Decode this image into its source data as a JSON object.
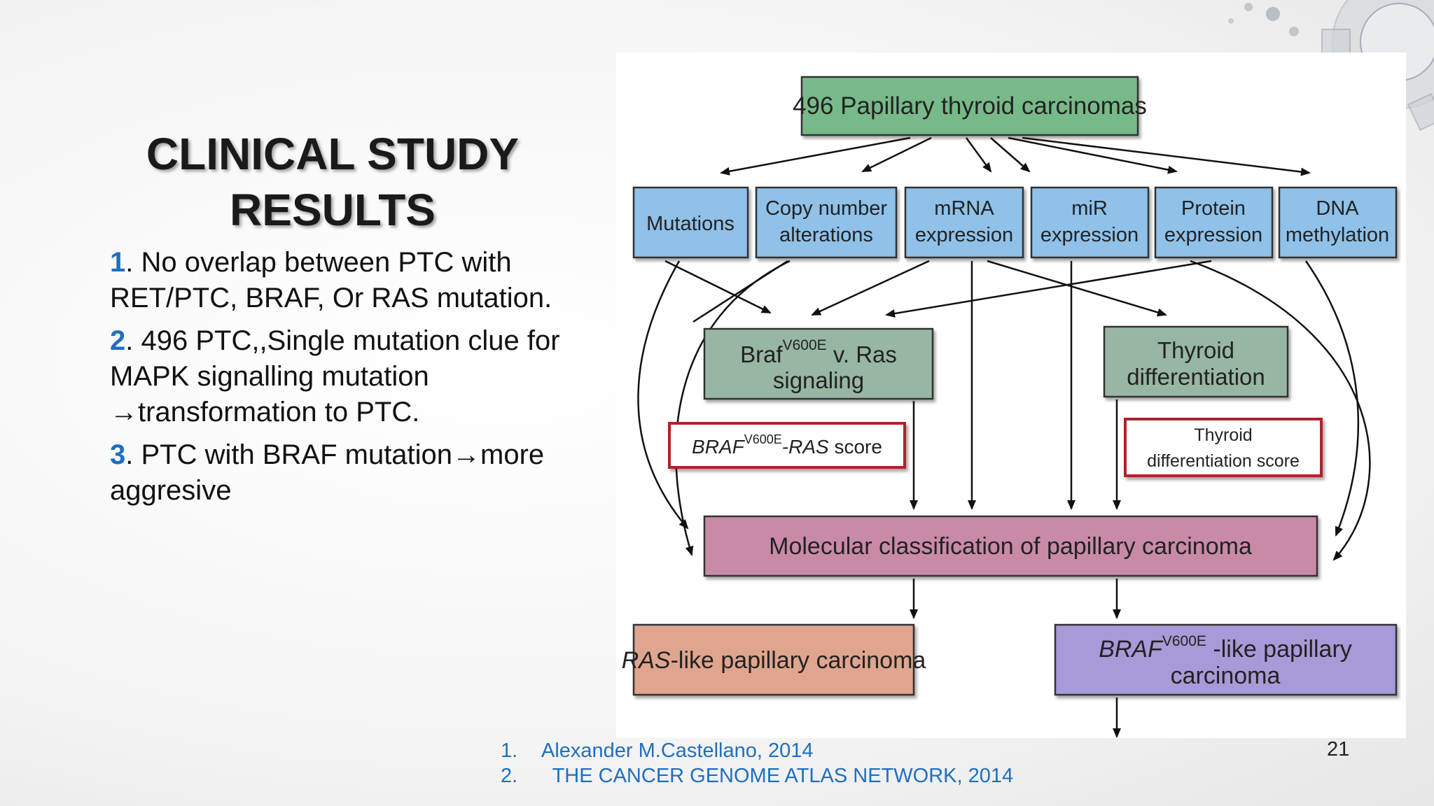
{
  "slide": {
    "title_lines": [
      "CLINICAL STUDY",
      "RESULTS"
    ],
    "points": [
      {
        "num": "1",
        "text": ". No overlap between PTC with RET/PTC, BRAF, Or RAS mutation."
      },
      {
        "num": "2",
        "text": ". 496 PTC,,Single mutation clue for MAPK signalling mutation →transformation to PTC."
      },
      {
        "num": "3",
        "text": ". PTC with BRAF mutation→more aggresive"
      }
    ],
    "references": [
      {
        "num": "1.",
        "text": "Alexander M.Castellano, 2014"
      },
      {
        "num": "2.",
        "text": "  THE CANCER GENOME ATLAS NETWORK, 2014"
      }
    ],
    "page_number": "21"
  },
  "diagram": {
    "top": "496 Papillary thyroid carcinomas",
    "platforms": [
      [
        "Mutations"
      ],
      [
        "Copy number",
        "alterations"
      ],
      [
        "mRNA",
        "expression"
      ],
      [
        "miR",
        "expression"
      ],
      [
        "Protein",
        "expression"
      ],
      [
        "DNA",
        "methylation"
      ]
    ],
    "braf_signal": {
      "pre": "Braf",
      "sup": "V600E",
      "post": " v. Ras",
      "line2": "signaling"
    },
    "thyroid_diff": [
      "Thyroid",
      "differentiation"
    ],
    "braf_score": {
      "pre": "BRAF",
      "sup": "V600E",
      "mid": "-RAS",
      "post": " score"
    },
    "thyroid_score": [
      "Thyroid",
      "differentiation score"
    ],
    "classification": "Molecular classification of papillary carcinoma",
    "ras_like": {
      "italic": "RAS",
      "rest": "-like papillary carcinoma"
    },
    "braf_like": {
      "pre": "BRAF",
      "sup": "V600E",
      "post": " -like papillary",
      "line2": "carcinoma"
    },
    "colors": {
      "top_box": "#78b98a",
      "platform_box": "#8fc1e9",
      "mid_box": "#97b6a4",
      "classification_box": "#c98aa8",
      "ras_box": "#dfa58e",
      "braf_box": "#a79ad8",
      "score_border": "#b0202a"
    }
  }
}
